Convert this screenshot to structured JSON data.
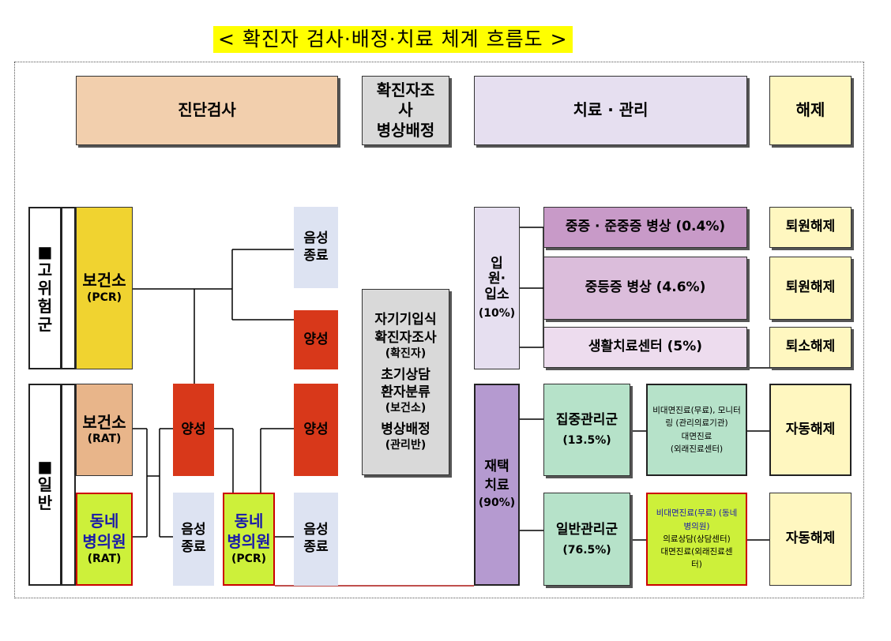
{
  "title": "< 확진자 검사·배정·치료 체계 흐름도 >",
  "headers": {
    "diagnosis": "진단검사",
    "investigation_l1": "확진자조",
    "investigation_l2": "사",
    "investigation_l3": "병상배정",
    "treatment": "치료 · 관리",
    "release": "해제"
  },
  "groups": {
    "high_risk_l1": "■",
    "high_risk_l2": "고",
    "high_risk_l3": "위",
    "high_risk_l4": "험",
    "high_risk_l5": "군",
    "general_l1": "■",
    "general_l2": "일",
    "general_l3": "반"
  },
  "testing": {
    "health_center_pcr_name": "보건소",
    "health_center_pcr_type": "(PCR)",
    "health_center_rat_name": "보건소",
    "health_center_rat_type": "(RAT)",
    "clinic_rat_l1": "동네",
    "clinic_rat_l2": "병의원",
    "clinic_rat_type": "(RAT)",
    "clinic_pcr_l1": "동네",
    "clinic_pcr_l2": "병의원",
    "clinic_pcr_type": "(PCR)"
  },
  "results": {
    "negative_top_l1": "음성",
    "negative_top_l2": "종료",
    "positive_top": "양성",
    "positive_mid": "양성",
    "positive_rat": "양성",
    "negative_rat_l1": "음성",
    "negative_rat_l2": "종료",
    "negative_pcr_l1": "음성",
    "negative_pcr_l2": "종료"
  },
  "center": {
    "l1": "자기기입식",
    "l2": "확진자조사",
    "l3": "(확진자)",
    "l4": "초기상담",
    "l5": "환자분류",
    "l6": "(보건소)",
    "l7": "병상배정",
    "l8": "(관리반)"
  },
  "admission": {
    "l1": "입",
    "l2": "원·",
    "l3": "입소",
    "pct": "(10%)"
  },
  "home_care": {
    "l1": "재택",
    "l2": "치료",
    "pct": "(90%)"
  },
  "wards": {
    "severe": "중증 · 준중증 병상 (0.4%)",
    "moderate": "중등증 병상 (4.6%)",
    "center": "생활치료센터 (5%)"
  },
  "mgmt": {
    "intensive_name": "집중관리군",
    "intensive_pct": "(13.5%)",
    "general_name": "일반관리군",
    "general_pct": "(76.5%)"
  },
  "care": {
    "intensive_l1": "비대면진료(무료), 모니터",
    "intensive_l2": "링 (관리의료기관)",
    "intensive_l3": "대면진료",
    "intensive_l4": "(외래진료센터)",
    "general_l1": "비대면진료(무료) (동네",
    "general_l2": "병의원)",
    "general_l3": "의료상담(상담센터)",
    "general_l4": "대면진료(외래진료센",
    "general_l5": "터)"
  },
  "releases": {
    "discharge_1": "퇴원해제",
    "discharge_2": "퇴원해제",
    "leave_center": "퇴소해제",
    "auto_1": "자동해제",
    "auto_2": "자동해제"
  },
  "colors": {
    "title_bg": "#ffff00",
    "diagnosis_bg": "#f2cfad",
    "investigation_bg": "#d9d9d9",
    "treatment_bg": "#e6dff0",
    "release_bg": "#fff7c0",
    "health_center_pcr_bg": "#f0d330",
    "health_center_rat_bg": "#e8b58a",
    "clinic_bg": "#cdf03a",
    "positive_bg": "#d8381a",
    "negative_bg": "#dde3f2",
    "severe_bg": "#c89ac8",
    "moderate_bg": "#dbbddb",
    "center_ward_bg": "#eddcee",
    "home_care_bg": "#b59ad0",
    "mgmt_bg": "#b6e2c9",
    "line_red": "#c0504d"
  }
}
